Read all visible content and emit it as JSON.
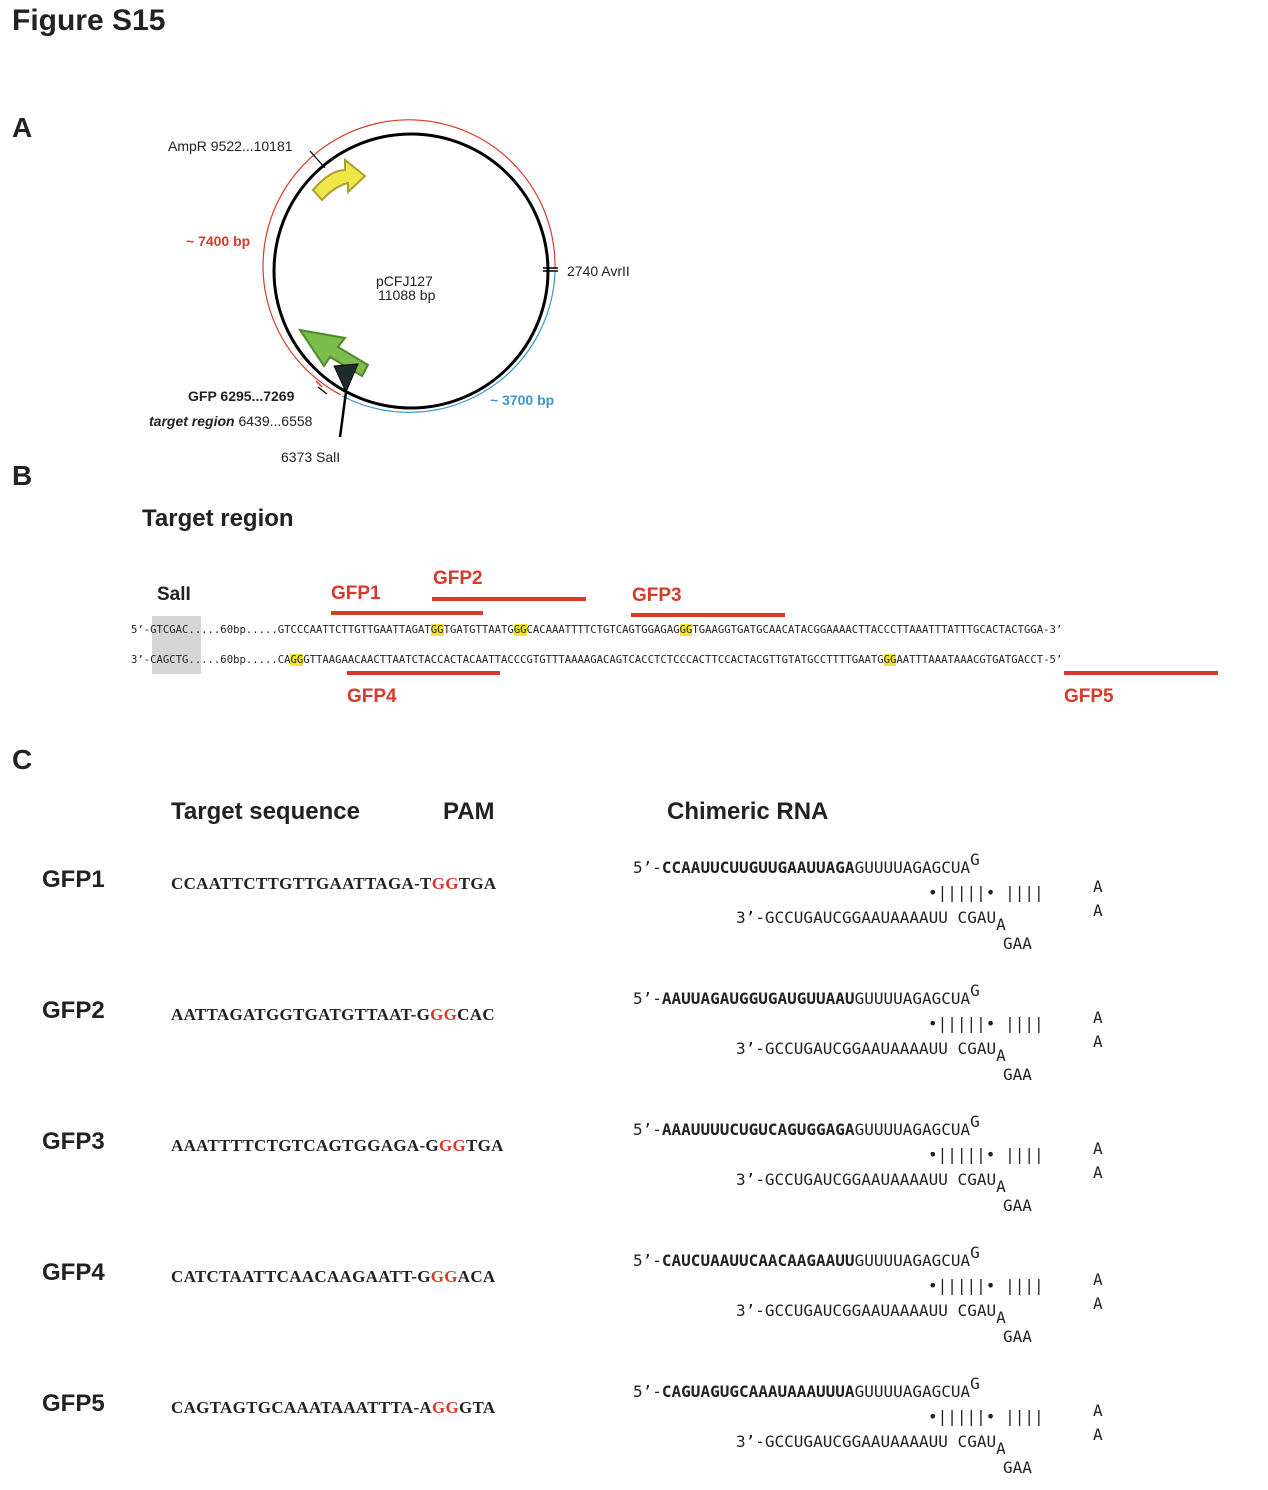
{
  "figure_title": "Figure S15",
  "panels": {
    "a": "A",
    "b": "B",
    "c": "C"
  },
  "plasmid": {
    "name": "pCFJ127",
    "size": "11088 bp",
    "ampr_label": "AmpR 9522...10181",
    "gfp_label": "GFP 6295...7269",
    "target_label_italic": "target region",
    "target_label_coords": " 6439...6558",
    "sali_site": "6373 SalI",
    "avrii_site": "2740 AvrII",
    "red_span": "~ 7400 bp",
    "blue_span": "~ 3700 bp",
    "colors": {
      "red": "#d8392b",
      "blue": "#3a95d0",
      "ampr": "#efe64a",
      "gfp": "#7cbc4a"
    }
  },
  "target_region": {
    "title": "Target region",
    "sali": "SalI",
    "strand_top": {
      "prefix": "5’-",
      "site": "GTCGAC",
      "gap": ".....60bp.....",
      "s1": "GTCCCAATTCTTGTTGAATTAGAT",
      "h1": "GG",
      "s2": "TGATGTTAATG",
      "h2": "GG",
      "s3": "CACAAATTTTCTGTCAGTGGAGAG",
      "h3": "GG",
      "s4": "TGAAGGTGATGCAACATACGGAAAACTTACCCTTAAATTTATTTGCACTACTGGA-3’"
    },
    "strand_bottom": {
      "prefix": "3’-",
      "site": "CAGCTG",
      "gap": ".....60bp.....",
      "s1": "CA",
      "h1": "GG",
      "s2": "GTTAAGAACAACTTAATCTACCACTACAATTACCCGTGTTTAAAAGACAGTCACCTCTCCCACTTCCACTACGTTGTATGCCTTTTGAATG",
      "h2": "GG",
      "s3": "AATTTAAATAAACGTGATGACCT-5’"
    },
    "guides": [
      "GFP1",
      "GFP2",
      "GFP3",
      "GFP4",
      "GFP5"
    ]
  },
  "table": {
    "headers": {
      "target": "Target sequence",
      "pam": "PAM",
      "rna": "Chimeric RNA"
    },
    "rna_common": {
      "prefix5": "5’-",
      "tail": "GUUUUAGAGCUA",
      "loop_g": "G",
      "loop_a1": "A",
      "pairs": "•|||||• ||||",
      "loop_a2": "A",
      "strand3": "3’-GCCUGAUCGGAAUAAAAUU CGAU",
      "loop_a3": "A",
      "gaa": "GAA"
    },
    "rows": [
      {
        "name": "GFP1",
        "target": "CCAATTCTTGTTGAATTAGA-T",
        "pam": "GG",
        "after": "TGA",
        "spacer": "CCAAUUCUUGUUGAAUUAGA"
      },
      {
        "name": "GFP2",
        "target": "AATTAGATGGTGATGTTAAT-G",
        "pam": "GG",
        "after": "CAC",
        "spacer": "AAUUAGAUGGUGAUGUUAAU"
      },
      {
        "name": "GFP3",
        "target": "AAATTTTCTGTCAGTGGAGA-G",
        "pam": "GG",
        "after": "TGA",
        "spacer": "AAAUUUUCUGUCAGUGGAGA"
      },
      {
        "name": "GFP4",
        "target": "CATCTAATTCAACAAGAATT-G",
        "pam": "GG",
        "after": "ACA",
        "spacer": "CAUCUAAUUCAACAAGAAUU"
      },
      {
        "name": "GFP5",
        "target": "CAGTAGTGCAAATAAATTTA-A",
        "pam": "GG",
        "after": "GTA",
        "spacer": "CAGUAGUGCAAAUAAAUUUA"
      }
    ]
  }
}
